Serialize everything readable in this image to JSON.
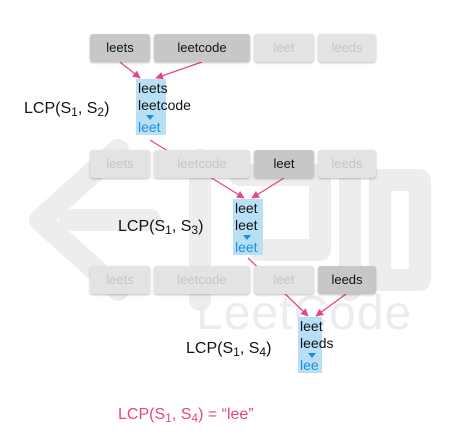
{
  "strings": [
    "leets",
    "leetcode",
    "leet",
    "leeds"
  ],
  "watermark": "LeetCode",
  "colors": {
    "arrow": "#e8448a",
    "result": "#1a8fe0",
    "highlight": "#b8dff5",
    "active_box": "#c7c7c7",
    "faded_box": "#e3e3e3"
  },
  "steps": [
    {
      "label": {
        "prefix": "LCP(S",
        "sub1": "1",
        "mid": ", S",
        "sub2": "2",
        "suffix": ")"
      },
      "active": [
        0,
        1
      ],
      "compare": [
        {
          "match": "leet",
          "rest": "s"
        },
        {
          "match": "leet",
          "rest": "code"
        }
      ],
      "result": "leet"
    },
    {
      "label": {
        "prefix": "LCP(S",
        "sub1": "1",
        "mid": ", S",
        "sub2": "3",
        "suffix": ")"
      },
      "active": [
        2
      ],
      "compare": [
        {
          "match": "leet",
          "rest": ""
        },
        {
          "match": "leet",
          "rest": ""
        }
      ],
      "result": "leet"
    },
    {
      "label": {
        "prefix": "LCP(S",
        "sub1": "1",
        "mid": ", S",
        "sub2": "4",
        "suffix": ")"
      },
      "active": [
        3
      ],
      "compare": [
        {
          "match": "lee",
          "rest": "t"
        },
        {
          "match": "lee",
          "rest": "ds"
        }
      ],
      "result": "lee"
    }
  ],
  "final": {
    "prefix": "LCP(S",
    "sub1": "1",
    "mid": ", S",
    "sub2": "4",
    "suffix": ")  = “lee”"
  }
}
